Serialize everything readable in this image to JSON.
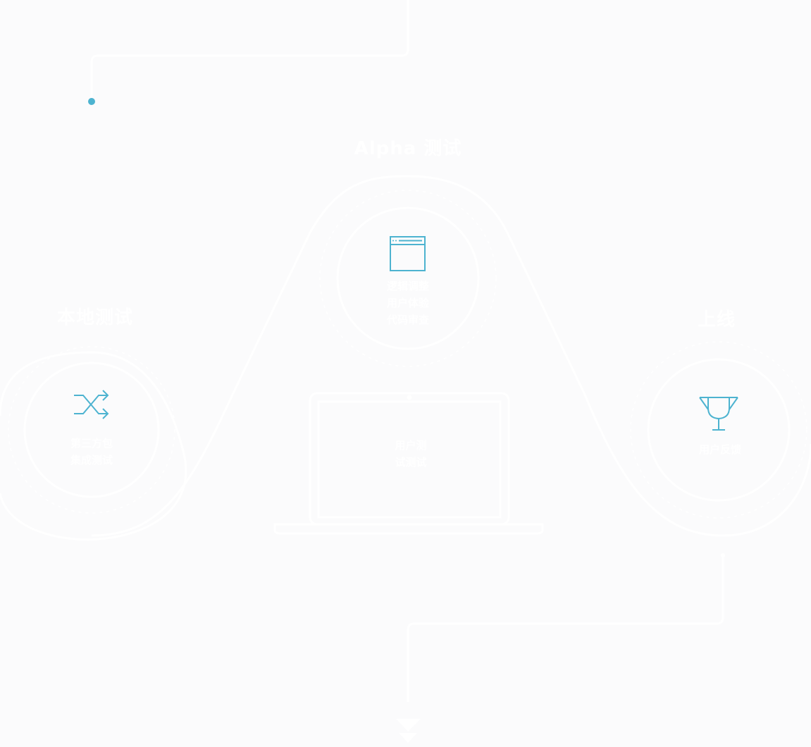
{
  "colors": {
    "background": "#fbfbfc",
    "line": "#ffffff",
    "accent": "#4db3d0"
  },
  "stages": {
    "local": {
      "title": "本地测试",
      "lines": [
        "第三方包",
        "集成测试"
      ],
      "icon": "shuffle-icon"
    },
    "alpha": {
      "title": "Alpha 测试",
      "lines": [
        "逻辑调整",
        "用户体验",
        "代码审查"
      ],
      "icon": "browser-window-icon"
    },
    "device": {
      "lines": [
        "用户测",
        "试测试"
      ],
      "icon": "laptop-icon"
    },
    "launch": {
      "title": "上线",
      "lines": [
        "用户反馈"
      ],
      "icon": "trophy-icon"
    }
  }
}
